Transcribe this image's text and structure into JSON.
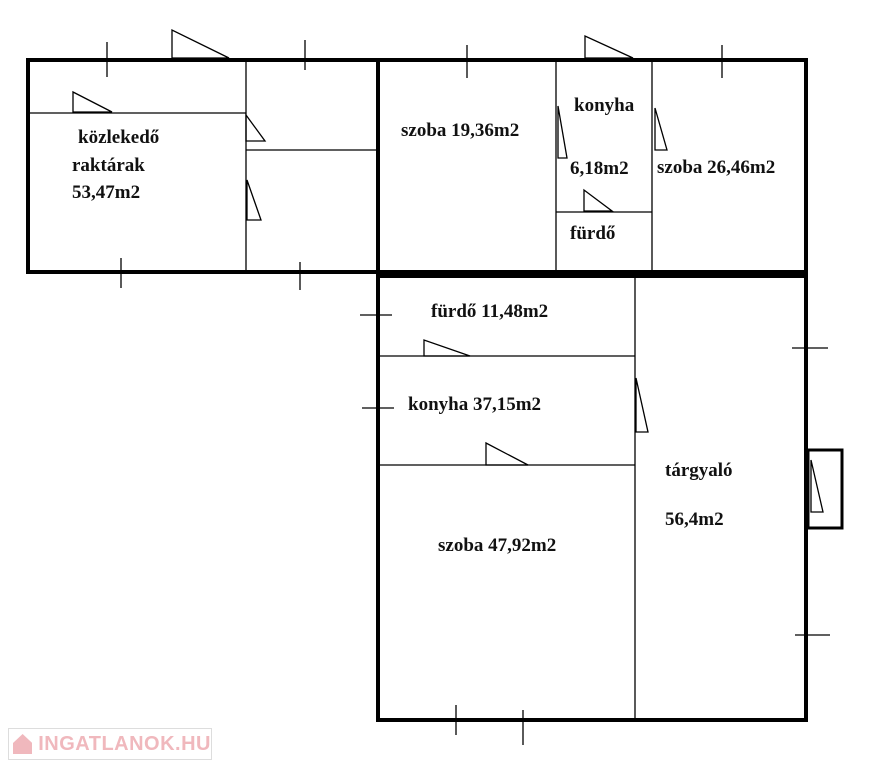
{
  "rooms": {
    "kozlekedo_line1": "közlekedő",
    "kozlekedo_line2": "raktárak",
    "kozlekedo_area": "53,47m2",
    "szoba1": "szoba 19,36m2",
    "konyha1_name": "konyha",
    "konyha1_area": "6,18m2",
    "szoba2": "szoba 26,46m2",
    "furdo1": "fürdő",
    "furdo2": "fürdő 11,48m2",
    "konyha2": "konyha 37,15m2",
    "szoba3": "szoba  47,92m2",
    "targyalo_name": "tárgyaló",
    "targyalo_area": "56,4m2"
  },
  "watermark": "INGATLANOK.HU"
}
